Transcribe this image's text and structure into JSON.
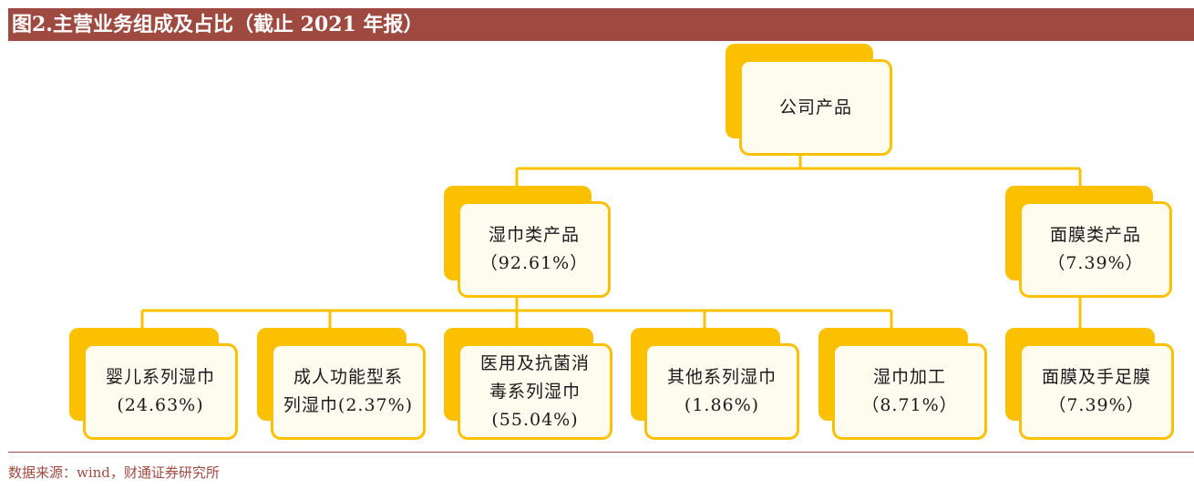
{
  "title": "图2.主营业务组成及占比（截止 2021 年报）",
  "colors": {
    "accent": "#fbc000",
    "title_bg": "#9e4a40",
    "box_fill": "#fefbef"
  },
  "nodes": {
    "root": {
      "line1": "公司产品"
    },
    "wipes": {
      "line1": "湿巾类产品",
      "line2": "（92.61%）"
    },
    "masks": {
      "line1": "面膜类产品",
      "line2": "（7.39%）"
    },
    "baby": {
      "line1": "婴儿系列湿巾",
      "line2": "(24.63%)"
    },
    "adult": {
      "line1": "成人功能型系",
      "line2": "列湿巾(2.37%)"
    },
    "medical": {
      "line1": "医用及抗菌消",
      "line2": "毒系列湿巾",
      "line3": "(55.04%)"
    },
    "other": {
      "line1": "其他系列湿巾",
      "line2": "(1.86%)"
    },
    "processing": {
      "line1": "湿巾加工",
      "line2": "（8.71%）"
    },
    "hand_foot": {
      "line1": "面膜及手足膜",
      "line2": "（7.39%）"
    }
  },
  "source": "数据来源：wind，财通证券研究所"
}
